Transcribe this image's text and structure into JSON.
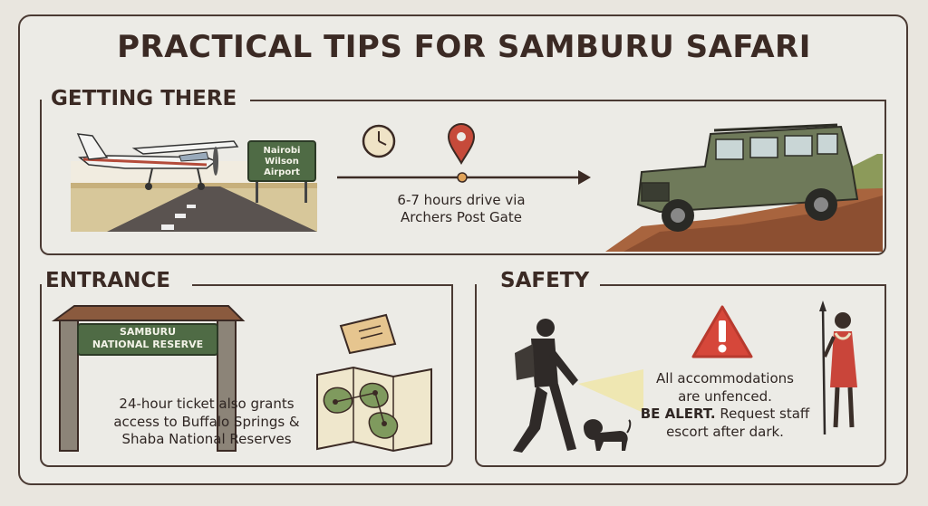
{
  "title": "PRACTICAL TIPS FOR SAMBURU SAFARI",
  "getting_there": {
    "heading": "GETTING THERE",
    "sign_line1": "Nairobi",
    "sign_line2": "Wilson",
    "sign_line3": "Airport",
    "drive_line1": "6-7 hours drive via",
    "drive_line2": "Archers Post Gate"
  },
  "entrance": {
    "heading": "ENTRANCE",
    "gate_line1": "SAMBURU",
    "gate_line2": "NATIONAL RESERVE",
    "text_line1": "24-hour ticket also grants",
    "text_line2": "access to Buffalo Springs &",
    "text_line3": "Shaba National Reserves"
  },
  "safety": {
    "heading": "SAFETY",
    "line1": "All accommodations",
    "line2": "are unfenced.",
    "alert": "BE ALERT.",
    "line3_rest": " Request staff",
    "line4": "escort after dark."
  },
  "colors": {
    "border": "#4a3a33",
    "sign_green": "#4f6b45",
    "warning_red": "#d6473a",
    "vehicle_green": "#6f7a5a",
    "pin_red": "#c64a3a",
    "map_green": "#7f9a5e"
  },
  "icons": [
    "airplane-icon",
    "clock-icon",
    "location-pin-icon",
    "safari-vehicle-icon",
    "ticket-icon",
    "map-icon",
    "warning-icon",
    "hiker-flashlight-icon",
    "lion-icon",
    "maasai-guard-icon"
  ]
}
